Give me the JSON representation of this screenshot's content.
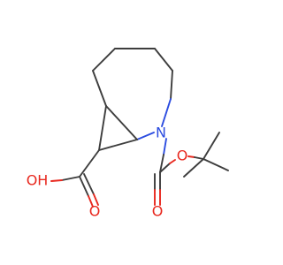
{
  "molecule": {
    "colors": {
      "bond": "#3d3d3d",
      "oxygen": "#e8281e",
      "nitrogen": "#2b4ce0"
    },
    "atoms": {
      "n_label": "N",
      "o_carbonyl_acid": "O",
      "oh_acid": "OH",
      "o_carbonyl_boc": "O",
      "o_ester_boc": "O"
    }
  }
}
